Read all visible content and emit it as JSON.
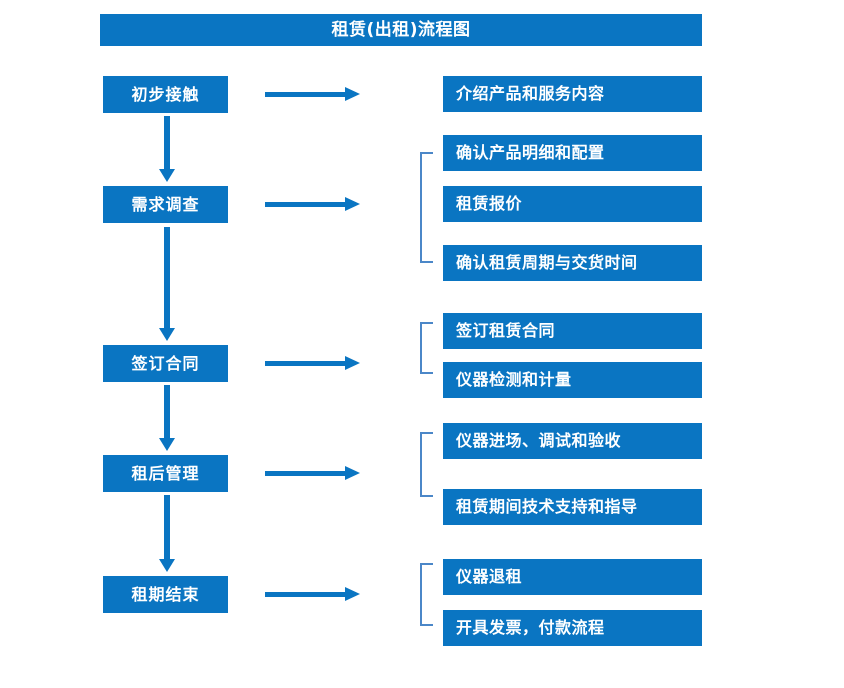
{
  "diagram": {
    "title": "租赁(出租)流程图",
    "accent_color": "#0a75c2",
    "bracket_color": "#4b87c8",
    "text_color": "#ffffff",
    "background_color": "#ffffff"
  },
  "stages": [
    {
      "label": "初步接触"
    },
    {
      "label": "需求调查"
    },
    {
      "label": "签订合同"
    },
    {
      "label": "租后管理"
    },
    {
      "label": "租期结束"
    }
  ],
  "tasks": [
    {
      "label": "介绍产品和服务内容"
    },
    {
      "label": "确认产品明细和配置"
    },
    {
      "label": "租赁报价"
    },
    {
      "label": "确认租赁周期与交货时间"
    },
    {
      "label": "签订租赁合同"
    },
    {
      "label": "仪器检测和计量"
    },
    {
      "label": "仪器进场、调试和验收"
    },
    {
      "label": "租赁期间技术支持和指导"
    },
    {
      "label": "仪器退租"
    },
    {
      "label": "开具发票，付款流程"
    }
  ]
}
